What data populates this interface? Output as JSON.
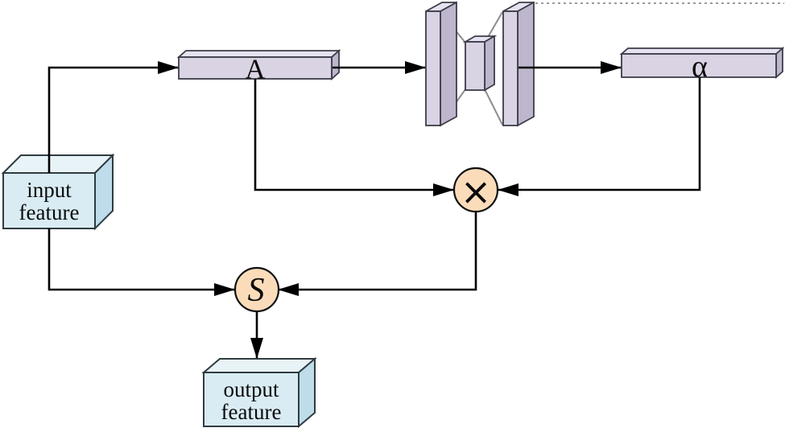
{
  "diagram": {
    "nodes": {
      "input_box": {
        "line1": "input",
        "line2": "feature"
      },
      "output_box": {
        "line1": "output",
        "line2": "feature"
      },
      "attention_vector_bar": {
        "label": "A"
      },
      "alpha_vector_bar": {
        "label": "α"
      },
      "multiply_op": {
        "symbol": "×"
      },
      "scale_op": {
        "symbol": "S"
      }
    },
    "colors": {
      "bar_fill": "#d9d3e3",
      "bar_top": "#e7e2ef",
      "bar_side": "#beb6cc",
      "bar_outline": "#3c3c49",
      "box_fill": "#d9ecf3",
      "box_top": "#e8f3f8",
      "box_side": "#bedce9",
      "box_outline": "#2f3b40",
      "circle_fill": "#fbdcba",
      "circle_outline": "#111111",
      "line_color": "#000000",
      "gray_line": "#8c8c8c",
      "artifact_color": "#9a9a9a",
      "background": "#ffffff"
    }
  }
}
